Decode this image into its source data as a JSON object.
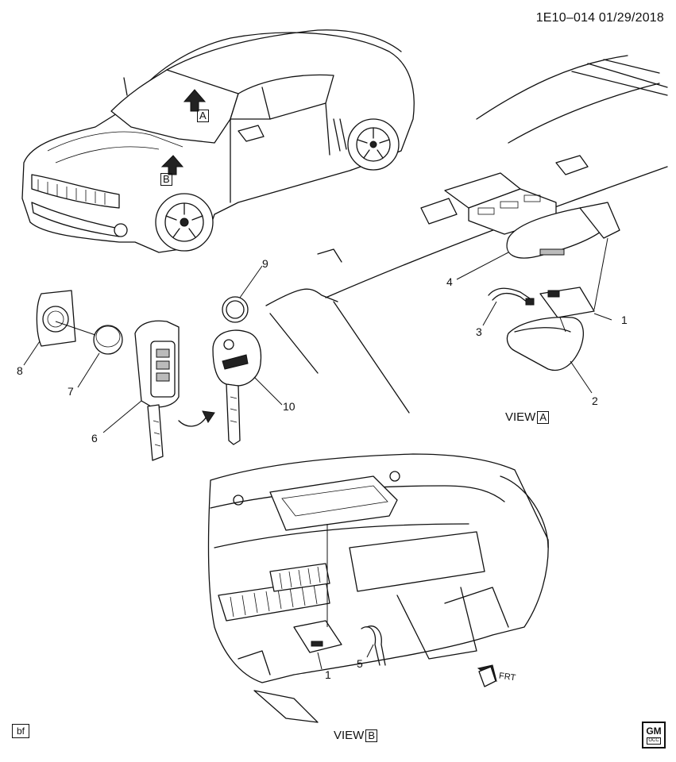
{
  "header": {
    "code": "1E10–014",
    "date": "01/29/2018"
  },
  "views": {
    "a": {
      "prefix": "VIEW",
      "letter": "A"
    },
    "b": {
      "prefix": "VIEW",
      "letter": "B"
    }
  },
  "car_markers": {
    "a": "A",
    "b": "B"
  },
  "callouts": [
    "1",
    "2",
    "3",
    "4",
    "5",
    "6",
    "7",
    "8",
    "9",
    "10",
    "1"
  ],
  "front_marker": "FRT",
  "footer": {
    "left_tag": "bf",
    "logo_top": "GM",
    "logo_bottom": "OCC"
  }
}
